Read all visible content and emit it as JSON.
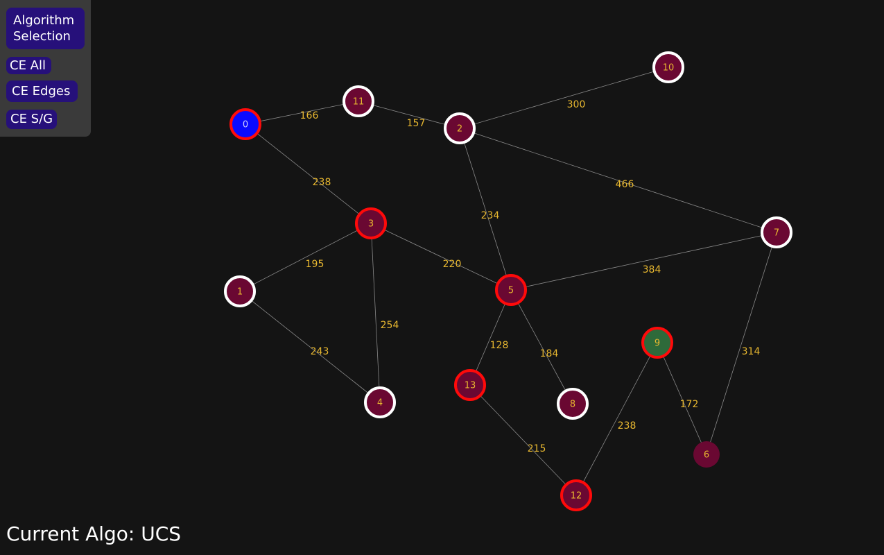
{
  "menu": {
    "algorithm_selection_label": "Algorithm\nSelection",
    "ce_all_label": "CE All",
    "ce_edges_label": "CE Edges",
    "ce_sg_label": "CE S/G"
  },
  "status": {
    "text": "Current Algo: UCS"
  },
  "colors": {
    "background": "#141414",
    "panel": "#3a3a3a",
    "button": "#26107a",
    "node_fill": "#6a0832",
    "start_fill": "#0a0aff",
    "goal_fill": "#2e6a3a",
    "visited_ring": "#ff0a0a",
    "unvisited_ring": "#ffffff",
    "edge_line": "#8a8a8a",
    "edge_weight": "#e8b830",
    "node_label": "#e8b830",
    "start_label": "#cfcfff"
  },
  "graph": {
    "nodes": [
      {
        "id": "0",
        "state": "start",
        "ring": "red"
      },
      {
        "id": "1",
        "state": "normal",
        "ring": "white"
      },
      {
        "id": "2",
        "state": "normal",
        "ring": "white"
      },
      {
        "id": "3",
        "state": "normal",
        "ring": "red"
      },
      {
        "id": "4",
        "state": "normal",
        "ring": "white"
      },
      {
        "id": "5",
        "state": "normal",
        "ring": "red"
      },
      {
        "id": "6",
        "state": "normal",
        "ring": "none"
      },
      {
        "id": "7",
        "state": "normal",
        "ring": "white"
      },
      {
        "id": "8",
        "state": "normal",
        "ring": "white"
      },
      {
        "id": "9",
        "state": "goal",
        "ring": "red"
      },
      {
        "id": "10",
        "state": "normal",
        "ring": "white"
      },
      {
        "id": "11",
        "state": "normal",
        "ring": "white"
      },
      {
        "id": "12",
        "state": "normal",
        "ring": "red"
      },
      {
        "id": "13",
        "state": "normal",
        "ring": "red"
      }
    ],
    "edges": [
      {
        "from": "0",
        "to": "11",
        "weight": "166"
      },
      {
        "from": "11",
        "to": "2",
        "weight": "157"
      },
      {
        "from": "2",
        "to": "10",
        "weight": "300"
      },
      {
        "from": "0",
        "to": "3",
        "weight": "238"
      },
      {
        "from": "2",
        "to": "7",
        "weight": "466"
      },
      {
        "from": "2",
        "to": "5",
        "weight": "234"
      },
      {
        "from": "3",
        "to": "1",
        "weight": "195"
      },
      {
        "from": "3",
        "to": "5",
        "weight": "220"
      },
      {
        "from": "5",
        "to": "7",
        "weight": "384"
      },
      {
        "from": "3",
        "to": "4",
        "weight": "254"
      },
      {
        "from": "1",
        "to": "4",
        "weight": "243"
      },
      {
        "from": "5",
        "to": "13",
        "weight": "128"
      },
      {
        "from": "5",
        "to": "8",
        "weight": "184"
      },
      {
        "from": "7",
        "to": "6",
        "weight": "314"
      },
      {
        "from": "9",
        "to": "6",
        "weight": "172"
      },
      {
        "from": "9",
        "to": "12",
        "weight": "238"
      },
      {
        "from": "13",
        "to": "12",
        "weight": "215"
      }
    ]
  }
}
